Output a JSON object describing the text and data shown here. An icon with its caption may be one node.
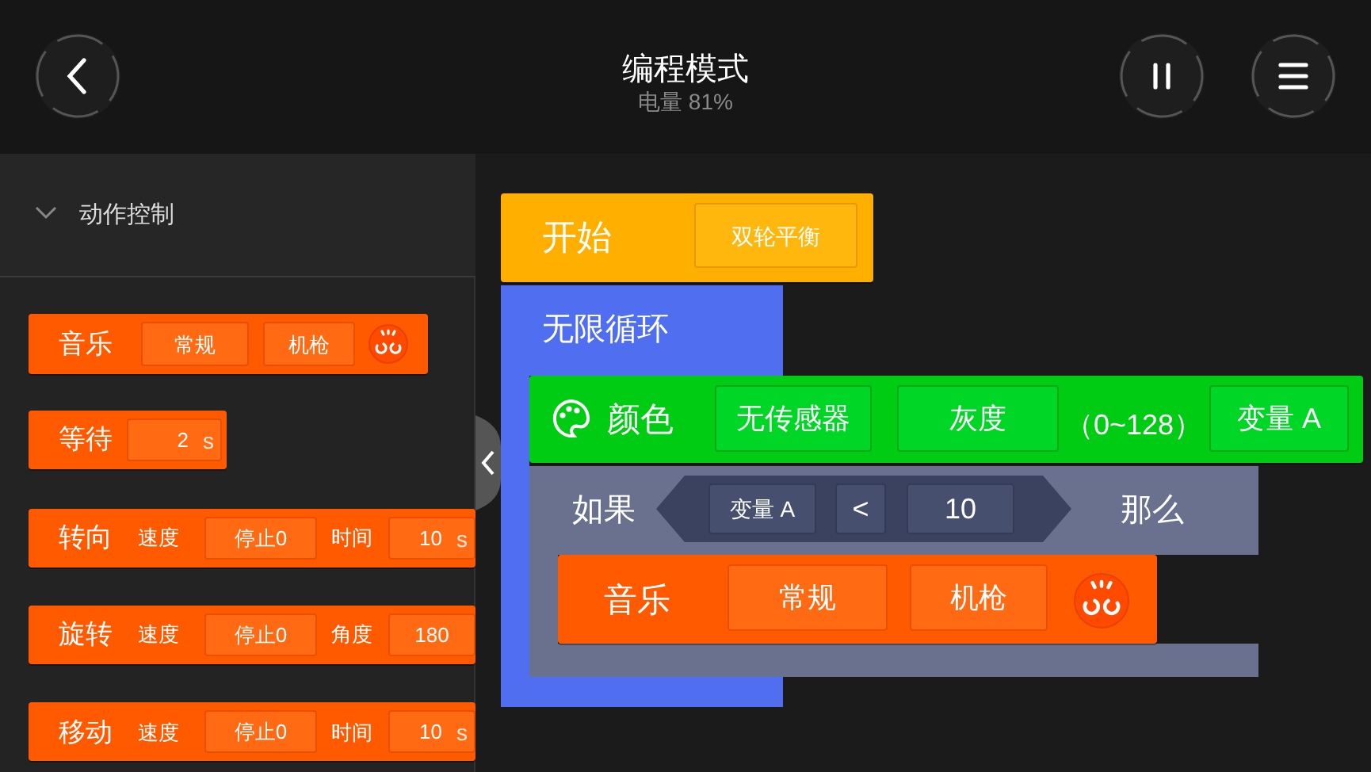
{
  "diagram": {
    "title": "编程模式",
    "labels": [
      "电量 81%",
      "动作控制"
    ],
    "nodes": [
      {
        "text": [
          "音乐"
        ]
      },
      {
        "text": [
          "常规"
        ],
        "in": 0
      },
      {
        "text": [
          "机枪"
        ],
        "in": 0
      },
      {
        "text": [
          "等待"
        ]
      },
      {
        "text": [
          "2",
          "s"
        ],
        "in": 3
      },
      {
        "text": [
          "转向",
          "速度",
          "时间"
        ]
      },
      {
        "text": [
          "停止0"
        ],
        "in": 5
      },
      {
        "text": [
          "10",
          "s"
        ],
        "in": 5
      },
      {
        "text": [
          "旋转",
          "速度",
          "角度"
        ]
      },
      {
        "text": [
          "停止0"
        ],
        "in": 8
      },
      {
        "text": [
          "180"
        ],
        "in": 8
      },
      {
        "text": [
          "移动",
          "速度",
          "时间"
        ]
      },
      {
        "text": [
          "停止0"
        ],
        "in": 11
      },
      {
        "text": [
          "10",
          "s"
        ],
        "in": 11
      },
      {
        "text": [
          "开始"
        ]
      },
      {
        "text": [
          "双轮平衡"
        ],
        "in": 14
      },
      {
        "text": [
          "无限循环"
        ]
      },
      {
        "text": [
          "颜色",
          "（0~128）"
        ]
      },
      {
        "text": [
          "无传感器"
        ],
        "in": 17
      },
      {
        "text": [
          "灰度"
        ],
        "in": 17
      },
      {
        "text": [
          "变量 A"
        ],
        "in": 17
      },
      {
        "text": [
          "如果",
          "那么"
        ]
      },
      {
        "text": [],
        "shape": "hexagon",
        "in": 21
      },
      {
        "text": [
          "变量 A"
        ],
        "in": 22
      },
      {
        "text": [
          "<"
        ],
        "in": 22
      },
      {
        "text": [
          "10"
        ],
        "in": 22
      },
      {
        "text": [
          "音乐"
        ],
        "in": 21
      },
      {
        "text": [
          "常规"
        ],
        "in": 26
      },
      {
        "text": [
          "机枪"
        ],
        "in": 26
      }
    ]
  }
}
